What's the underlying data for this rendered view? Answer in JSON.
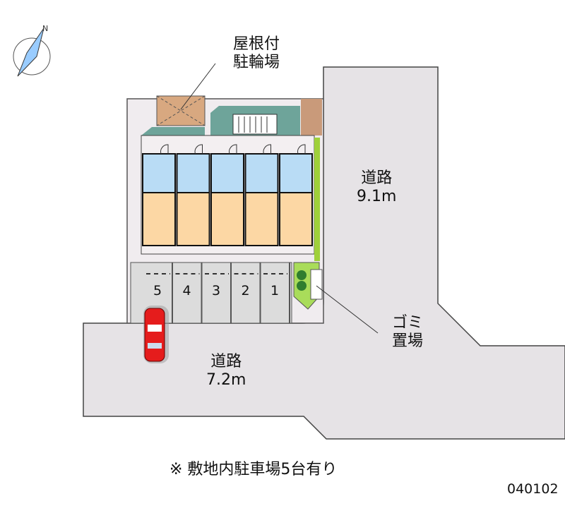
{
  "labels": {
    "bike_parking_line1": "屋根付",
    "bike_parking_line2": "駐輪場",
    "road_right_name": "道路",
    "road_right_width": "9.1m",
    "road_bottom_name": "道路",
    "road_bottom_width": "7.2m",
    "garbage_line1": "ゴミ",
    "garbage_line2": "置場",
    "note": "※ 敷地内駐車場5台有り",
    "code": "040102",
    "north": "N"
  },
  "parking_spaces": [
    "5",
    "4",
    "3",
    "2",
    "1"
  ],
  "units_count": 5,
  "colors": {
    "road": "#e6e3e6",
    "site": "#f0ecef",
    "parking": "#dcdcdc",
    "room": "#fcd7a4",
    "wet_area": "#b9dcf5",
    "roof": "#6ea49a",
    "car": "#e51c1c",
    "green": "#9fd03a"
  }
}
